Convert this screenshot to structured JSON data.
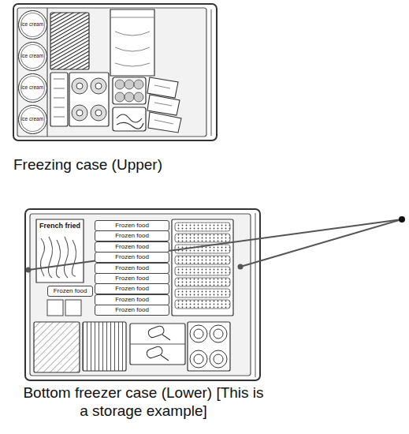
{
  "diagram": {
    "nodes": [
      {
        "text": [
          "Freezing case (Upper)"
        ]
      },
      {
        "text": [
          "ice cream"
        ],
        "in": 0
      },
      {
        "text": [
          "ice cream"
        ],
        "in": 0
      },
      {
        "text": [
          "ice cream"
        ],
        "in": 0
      },
      {
        "text": [
          "ice cream"
        ],
        "in": 0
      },
      {
        "text": [
          "Bottom freezer case (Lower) [This is a storage example]"
        ]
      },
      {
        "text": [
          "French fried"
        ],
        "in": 5
      },
      {
        "text": [
          "Frozen food"
        ],
        "in": 5
      },
      {
        "text": [
          "Frozen food"
        ],
        "in": 5
      },
      {
        "text": [
          "Frozen food"
        ],
        "in": 5
      },
      {
        "text": [
          "Frozen food"
        ],
        "in": 5
      },
      {
        "text": [
          "Frozen food"
        ],
        "in": 5
      },
      {
        "text": [
          "Frozen food"
        ],
        "in": 5
      },
      {
        "text": [
          "Frozen food"
        ],
        "in": 5
      },
      {
        "text": [
          "Frozen food"
        ],
        "in": 5
      },
      {
        "text": [
          "Frozen food"
        ],
        "in": 5
      },
      {
        "text": [
          "Frozen food"
        ],
        "in": 5
      }
    ]
  }
}
